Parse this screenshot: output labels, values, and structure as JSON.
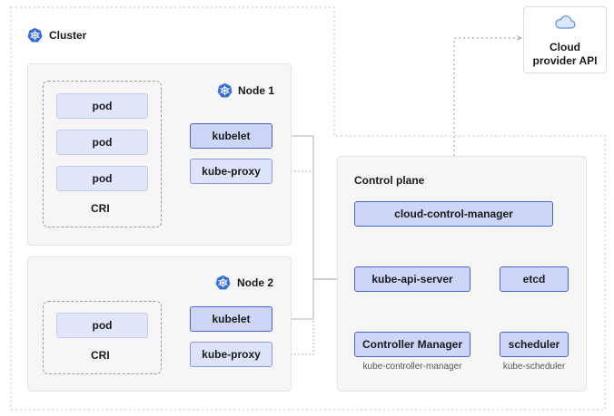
{
  "cluster": {
    "label": "Cluster",
    "icon": "kubernetes-icon"
  },
  "cloud_api": {
    "line1": "Cloud",
    "line2": "provider API",
    "icon": "cloud-icon"
  },
  "node1": {
    "label": "Node 1",
    "pods": [
      "pod",
      "pod",
      "pod"
    ],
    "cri": "CRI",
    "kubelet": "kubelet",
    "kube_proxy": "kube-proxy"
  },
  "node2": {
    "label": "Node 2",
    "pods": [
      "pod"
    ],
    "cri": "CRI",
    "kubelet": "kubelet",
    "kube_proxy": "kube-proxy"
  },
  "control_plane": {
    "label": "Control plane",
    "cloud_controller_manager": "cloud-control-manager",
    "api_server": "kube-api-server",
    "etcd": "etcd",
    "controller_manager": "Controller Manager",
    "controller_manager_sub": "kube-controller-manager",
    "scheduler": "scheduler",
    "scheduler_sub": "kube-scheduler"
  },
  "colors": {
    "accent": "#326ce5",
    "box_fill": "#dde3fb",
    "box_border": "#4c63d8"
  }
}
